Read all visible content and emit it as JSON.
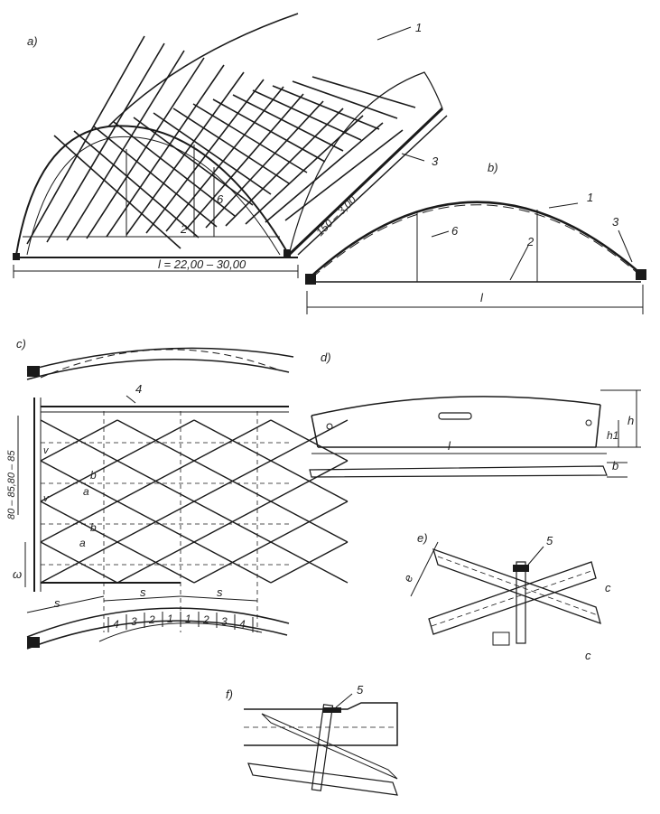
{
  "panels": {
    "a": {
      "letter": "a)",
      "span_label": "l = 22,00 – 30,00",
      "spacing_label": "150 – 3,00",
      "callouts": [
        "1",
        "3",
        "6",
        "2"
      ]
    },
    "b": {
      "letter": "b)",
      "span_label": "l",
      "callouts": [
        "1",
        "3",
        "6",
        "2"
      ]
    },
    "c": {
      "letter": "c)",
      "callout_4": "4",
      "dim_left": "80 – 85,80 – 85",
      "dim_b": "b",
      "dim_a": "a",
      "dim_s": "s",
      "dim_v": "v",
      "edge": "ω",
      "ruler": [
        "4",
        "3",
        "2",
        "1",
        "1",
        "2",
        "3",
        "4"
      ]
    },
    "d": {
      "letter": "d)",
      "dim_h": "h",
      "dim_h1": "h1",
      "dim_l": "l",
      "dim_b": "b"
    },
    "e": {
      "letter": "e)",
      "callout": "5",
      "dim_e": "e",
      "dim_c": "c"
    },
    "f": {
      "letter": "f)",
      "callout": "5"
    }
  }
}
